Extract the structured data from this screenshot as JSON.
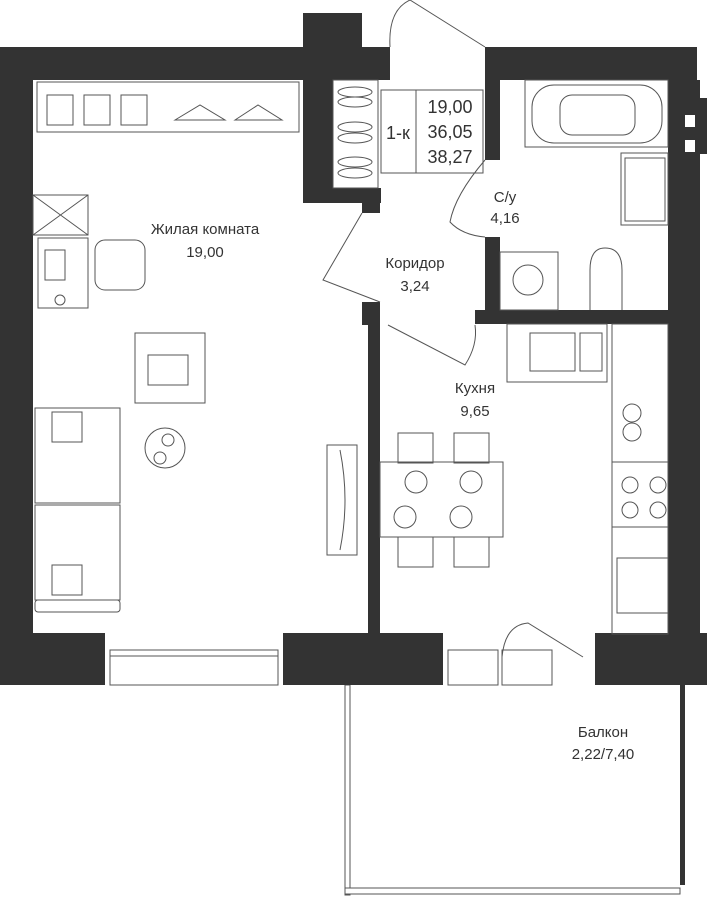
{
  "plan": {
    "info": {
      "type": "1-к",
      "living_area": "19,00",
      "total_area": "36,05",
      "area_with_balcony": "38,27"
    },
    "rooms": [
      {
        "name": "Жилая комната",
        "area": "19,00"
      },
      {
        "name": "Коридор",
        "area": "3,24"
      },
      {
        "name": "С/у",
        "area": "4,16"
      },
      {
        "name": "Кухня",
        "area": "9,65"
      },
      {
        "name": "Балкон",
        "area": "2,22/7,40"
      }
    ],
    "colors": {
      "wall": "#333333",
      "line": "#555555"
    }
  }
}
